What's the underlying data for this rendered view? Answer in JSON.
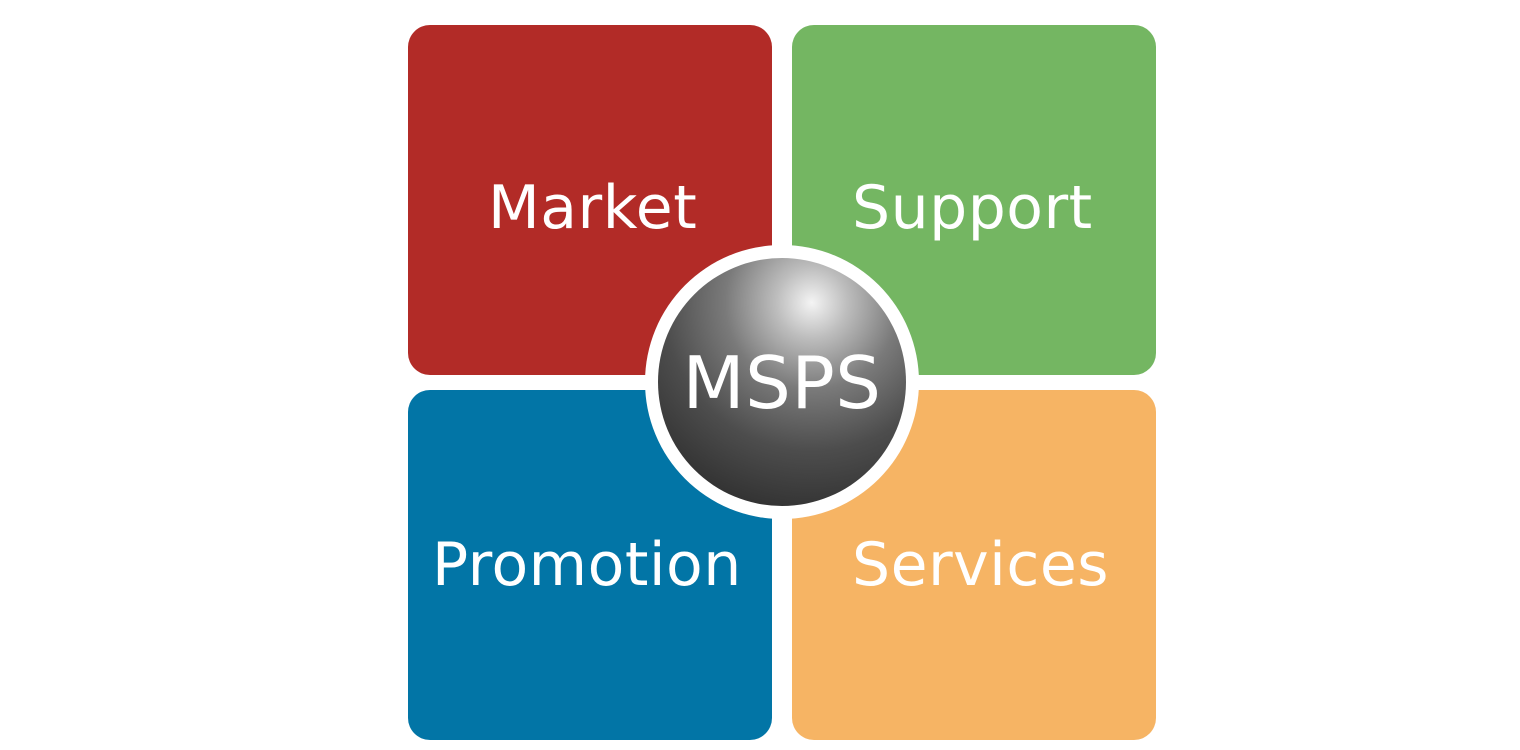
{
  "diagram": {
    "center": {
      "label": "MSPS"
    },
    "quadrants": [
      {
        "label": "Market",
        "color": "#B22B27"
      },
      {
        "label": "Support",
        "color": "#74B662"
      },
      {
        "label": "Promotion",
        "color": "#0275A6"
      },
      {
        "label": "Services",
        "color": "#F6B464"
      }
    ]
  }
}
